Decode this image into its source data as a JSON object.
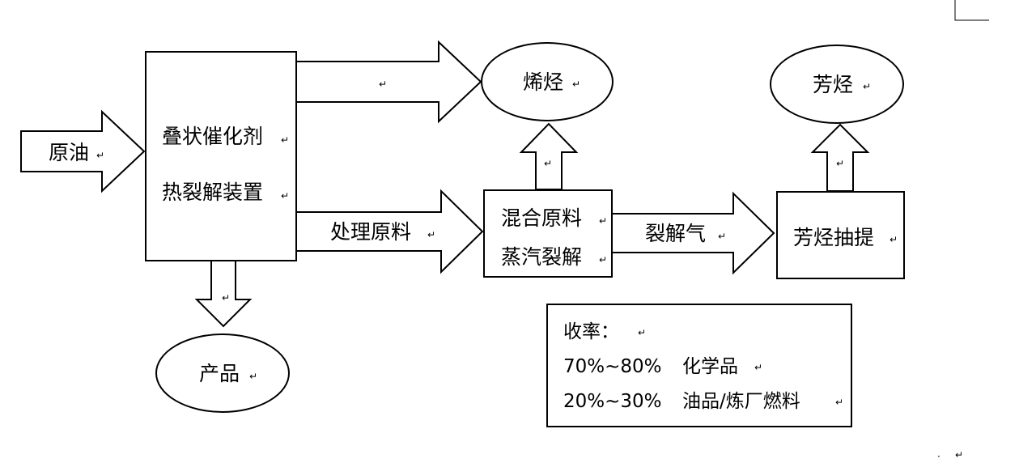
{
  "diagram": {
    "crude_oil": "原油",
    "main_unit": {
      "line1": "叠状催化剂",
      "line2": "热裂解装置"
    },
    "olefins": "烯烃",
    "aromatics": "芳烃",
    "product": "产品",
    "treated_feed": "处理原料",
    "mixed_unit": {
      "line1": "混合原料",
      "line2": "蒸汽裂解"
    },
    "cracked_gas": "裂解气",
    "aromatics_extraction": "芳烃抽提",
    "yield": {
      "title": "收率：",
      "rows": [
        {
          "range": "70%~80%",
          "label": "化学品"
        },
        {
          "range": "20%~30%",
          "label": "油品/炼厂燃料"
        }
      ]
    },
    "paragraph_mark": "↵"
  }
}
